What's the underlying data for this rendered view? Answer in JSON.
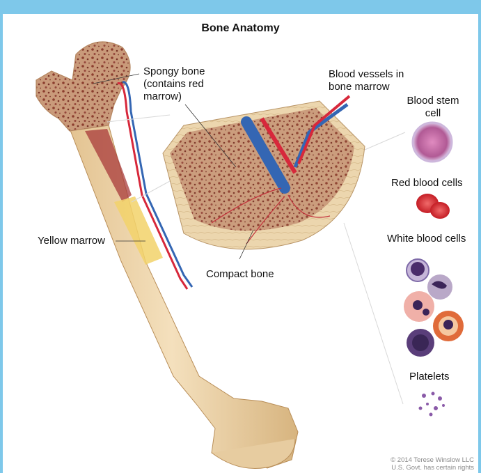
{
  "title": "Bone Anatomy",
  "labels": {
    "spongy_bone": [
      "Spongy bone",
      "(contains red",
      "marrow)"
    ],
    "blood_vessels": [
      "Blood vessels in",
      "bone marrow"
    ],
    "blood_stem_cell": [
      "Blood stem",
      "cell"
    ],
    "red_blood_cells": "Red blood cells",
    "white_blood_cells": "White blood cells",
    "platelets": "Platelets",
    "yellow_marrow": "Yellow marrow",
    "compact_bone": "Compact bone"
  },
  "copyright": [
    "© 2014 Terese Winslow LLC",
    "U.S. Govt. has certain rights"
  ],
  "colors": {
    "frame": "#7ec8ea",
    "bone": "#ecd3a9",
    "bone_dark": "#d4b07c",
    "spongy": "#b97a5e",
    "marrow_red": "#a8393a",
    "yellow_marrow": "#f2d26a",
    "artery": "#d7283b",
    "vein": "#3466b3"
  }
}
